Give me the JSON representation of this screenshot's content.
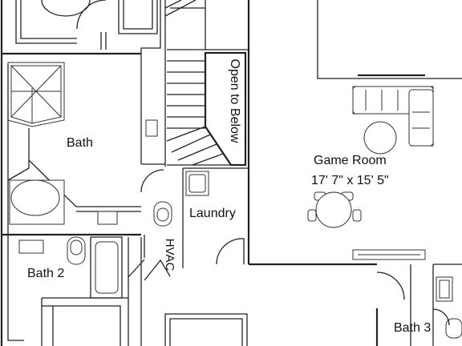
{
  "rooms": {
    "bath": "Bath",
    "bath2": "Bath 2",
    "bath3": "Bath 3",
    "laundry": "Laundry",
    "hvac": "HVAC",
    "open_to_below": "Open to Below",
    "game_room": "Game Room",
    "game_room_dims": "17' 7\" x 15' 5\""
  }
}
